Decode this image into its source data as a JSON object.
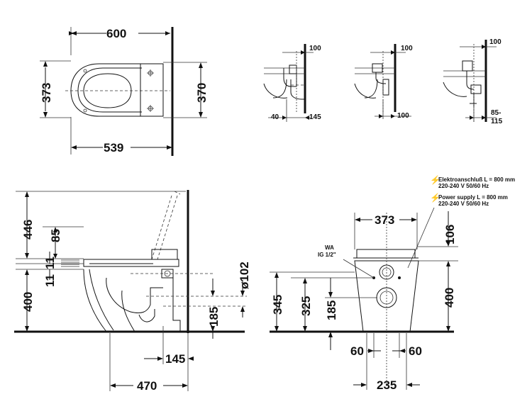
{
  "top_plan": {
    "width": "600",
    "depth_left": "373",
    "depth_right": "370",
    "bottom_width": "539"
  },
  "small_views": {
    "v1": {
      "top": "100",
      "left": "40",
      "right": "145"
    },
    "v2": {
      "top": "100",
      "bottom": "100"
    },
    "v3": {
      "top": "100",
      "bottom_a": "85-",
      "bottom_b": "115"
    }
  },
  "side_view": {
    "h446": "446",
    "h85": "85",
    "h11a": "11",
    "h11b": "11",
    "h400": "400",
    "d102": "ø102",
    "h185": "185",
    "w145": "145",
    "w470": "470"
  },
  "front_view": {
    "note1_a": "Elektroanschluß L = 800 mm",
    "note1_b": "220-240 V  50/60 Hz",
    "note2_a": "Power supply L = 800 mm",
    "note2_b": "220-240 V  50/60 Hz",
    "w373": "373",
    "h106": "106",
    "wa_a": "WA",
    "wa_b": "IG 1/2\"",
    "h345": "345",
    "h325": "325",
    "h185": "185",
    "h400": "400",
    "w60a": "60",
    "w60b": "60",
    "w235": "235"
  },
  "symbols": {
    "lightning": "⚡"
  }
}
